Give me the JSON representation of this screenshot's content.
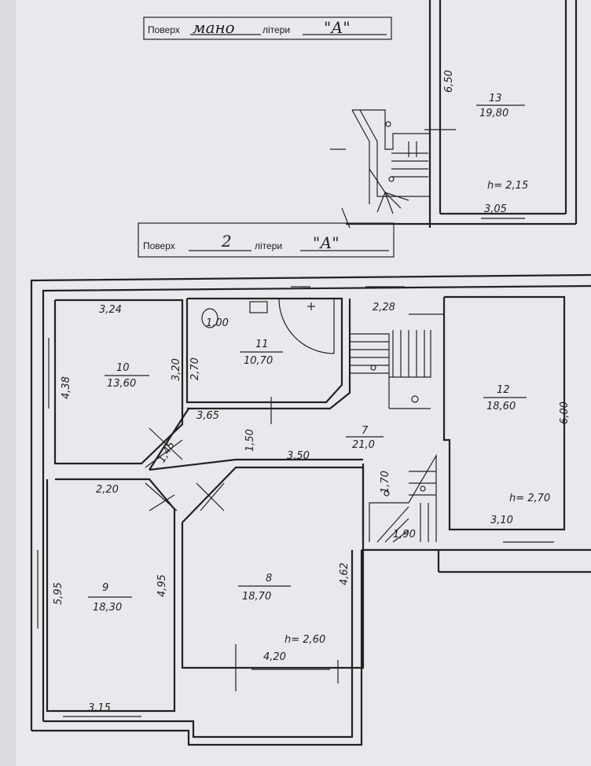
{
  "headers": {
    "top": {
      "prefix": "Поверх",
      "floor": "мано",
      "mid": "літери",
      "letter": "\"А\""
    },
    "second": {
      "prefix": "Поверх",
      "floor": "2",
      "mid": "літери",
      "letter": "\"А\""
    }
  },
  "rooms": [
    {
      "id": "13",
      "area": "19,80"
    },
    {
      "id": "10",
      "area": "13,60"
    },
    {
      "id": "11",
      "area": "10,70"
    },
    {
      "id": "12",
      "area": "18,60"
    },
    {
      "id": "7",
      "area": "21,0"
    },
    {
      "id": "9",
      "area": "18,30"
    },
    {
      "id": "8",
      "area": "18,70"
    }
  ],
  "dims": {
    "d650": "6,50",
    "d305": "3,05",
    "d324": "3,24",
    "d228": "2,28",
    "d100": "1,00",
    "d438": "4,38",
    "d320": "3,20",
    "d270": "2,70",
    "d600": "6,00",
    "d365": "3,65",
    "d150": "1,50",
    "d145": "1,45",
    "d350": "3,50",
    "d220": "2,20",
    "d170": "1,70",
    "d595": "5,95",
    "d495": "4,95",
    "d462": "4,62",
    "d310": "3,10",
    "d190": "1,90",
    "d420": "4,20",
    "d315": "3,15"
  },
  "heights": {
    "h13": "h= 2,15",
    "h12": "h= 2,70",
    "h8": "h= 2,60"
  }
}
